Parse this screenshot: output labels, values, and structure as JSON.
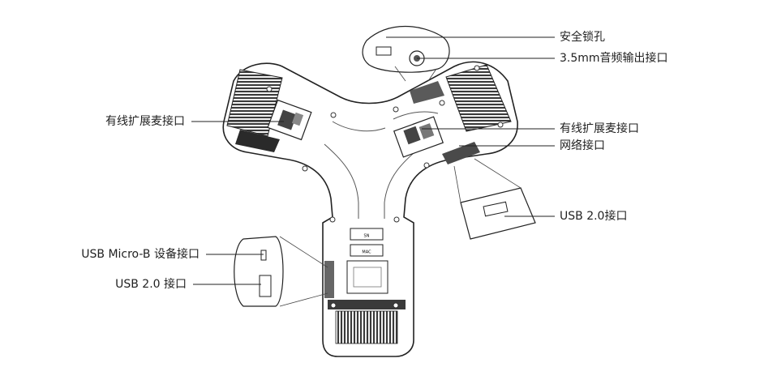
{
  "labels": {
    "security_lock_slot": "安全锁孔",
    "audio_out_35mm": "3.5mm音频输出接口",
    "wired_mic_left": "有线扩展麦接口",
    "wired_mic_right": "有线扩展麦接口",
    "network_port": "网络接口",
    "usb20_right": "USB 2.0接口",
    "usb_micro_b": "USB Micro-B 设备接口",
    "usb20_left": "USB 2.0 接口"
  },
  "device": {
    "sn_label": "SN",
    "mac_label": "MAC"
  }
}
